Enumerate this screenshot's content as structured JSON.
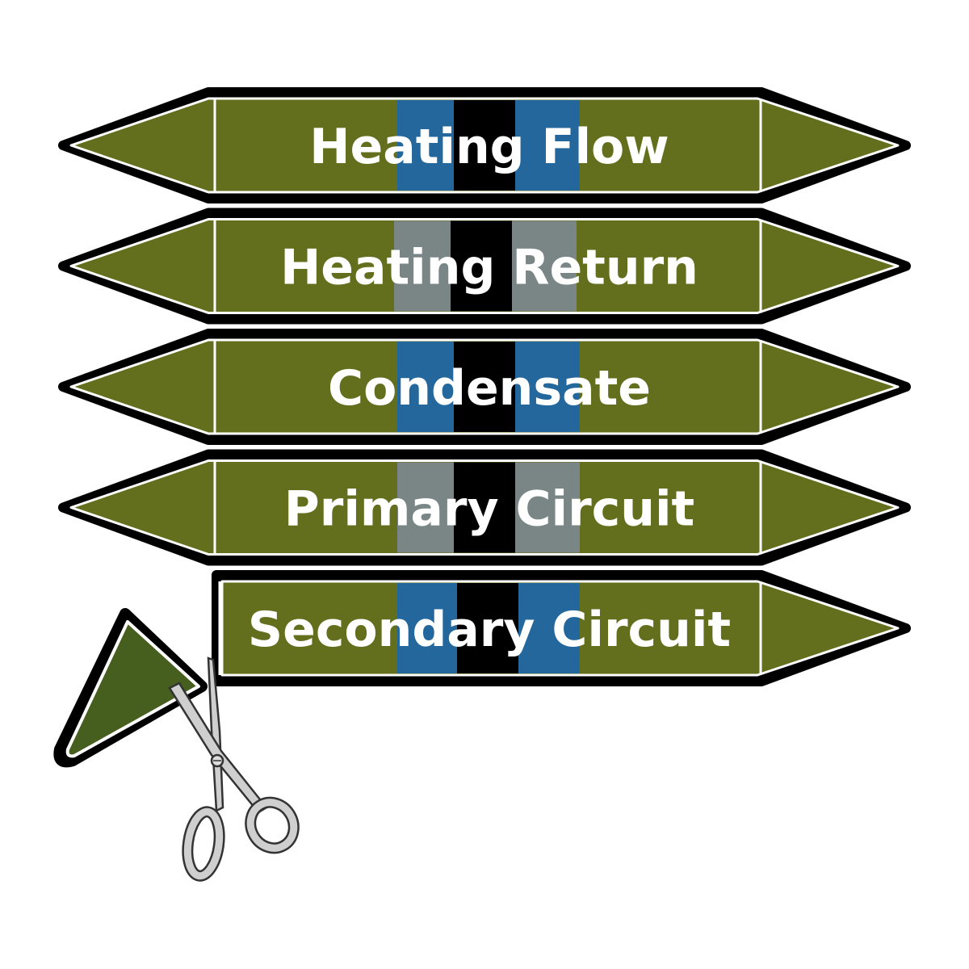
{
  "colors": {
    "green": "#646f1e",
    "outline": "#000000",
    "inner_line": "#ffffff",
    "text": "#ffffff",
    "black_band": "#000000",
    "offcut_green": "#465f1e",
    "scissors_metal": "#c8c8c8"
  },
  "markers": [
    {
      "label": "Heating Flow",
      "band_color": "#24679c",
      "style": "double-arrow"
    },
    {
      "label": "Heating Return",
      "band_color": "#7a8585",
      "style": "double-arrow"
    },
    {
      "label": "Condensate",
      "band_color": "#24679c",
      "style": "double-arrow"
    },
    {
      "label": "Primary Circuit",
      "band_color": "#7a8585",
      "style": "double-arrow"
    },
    {
      "label": "Secondary Circuit",
      "band_color": "#24679c",
      "style": "single-arrow-cut"
    }
  ],
  "icons": {
    "scissors": "scissors-icon",
    "offcut": "cut-arrow-tip-icon"
  }
}
